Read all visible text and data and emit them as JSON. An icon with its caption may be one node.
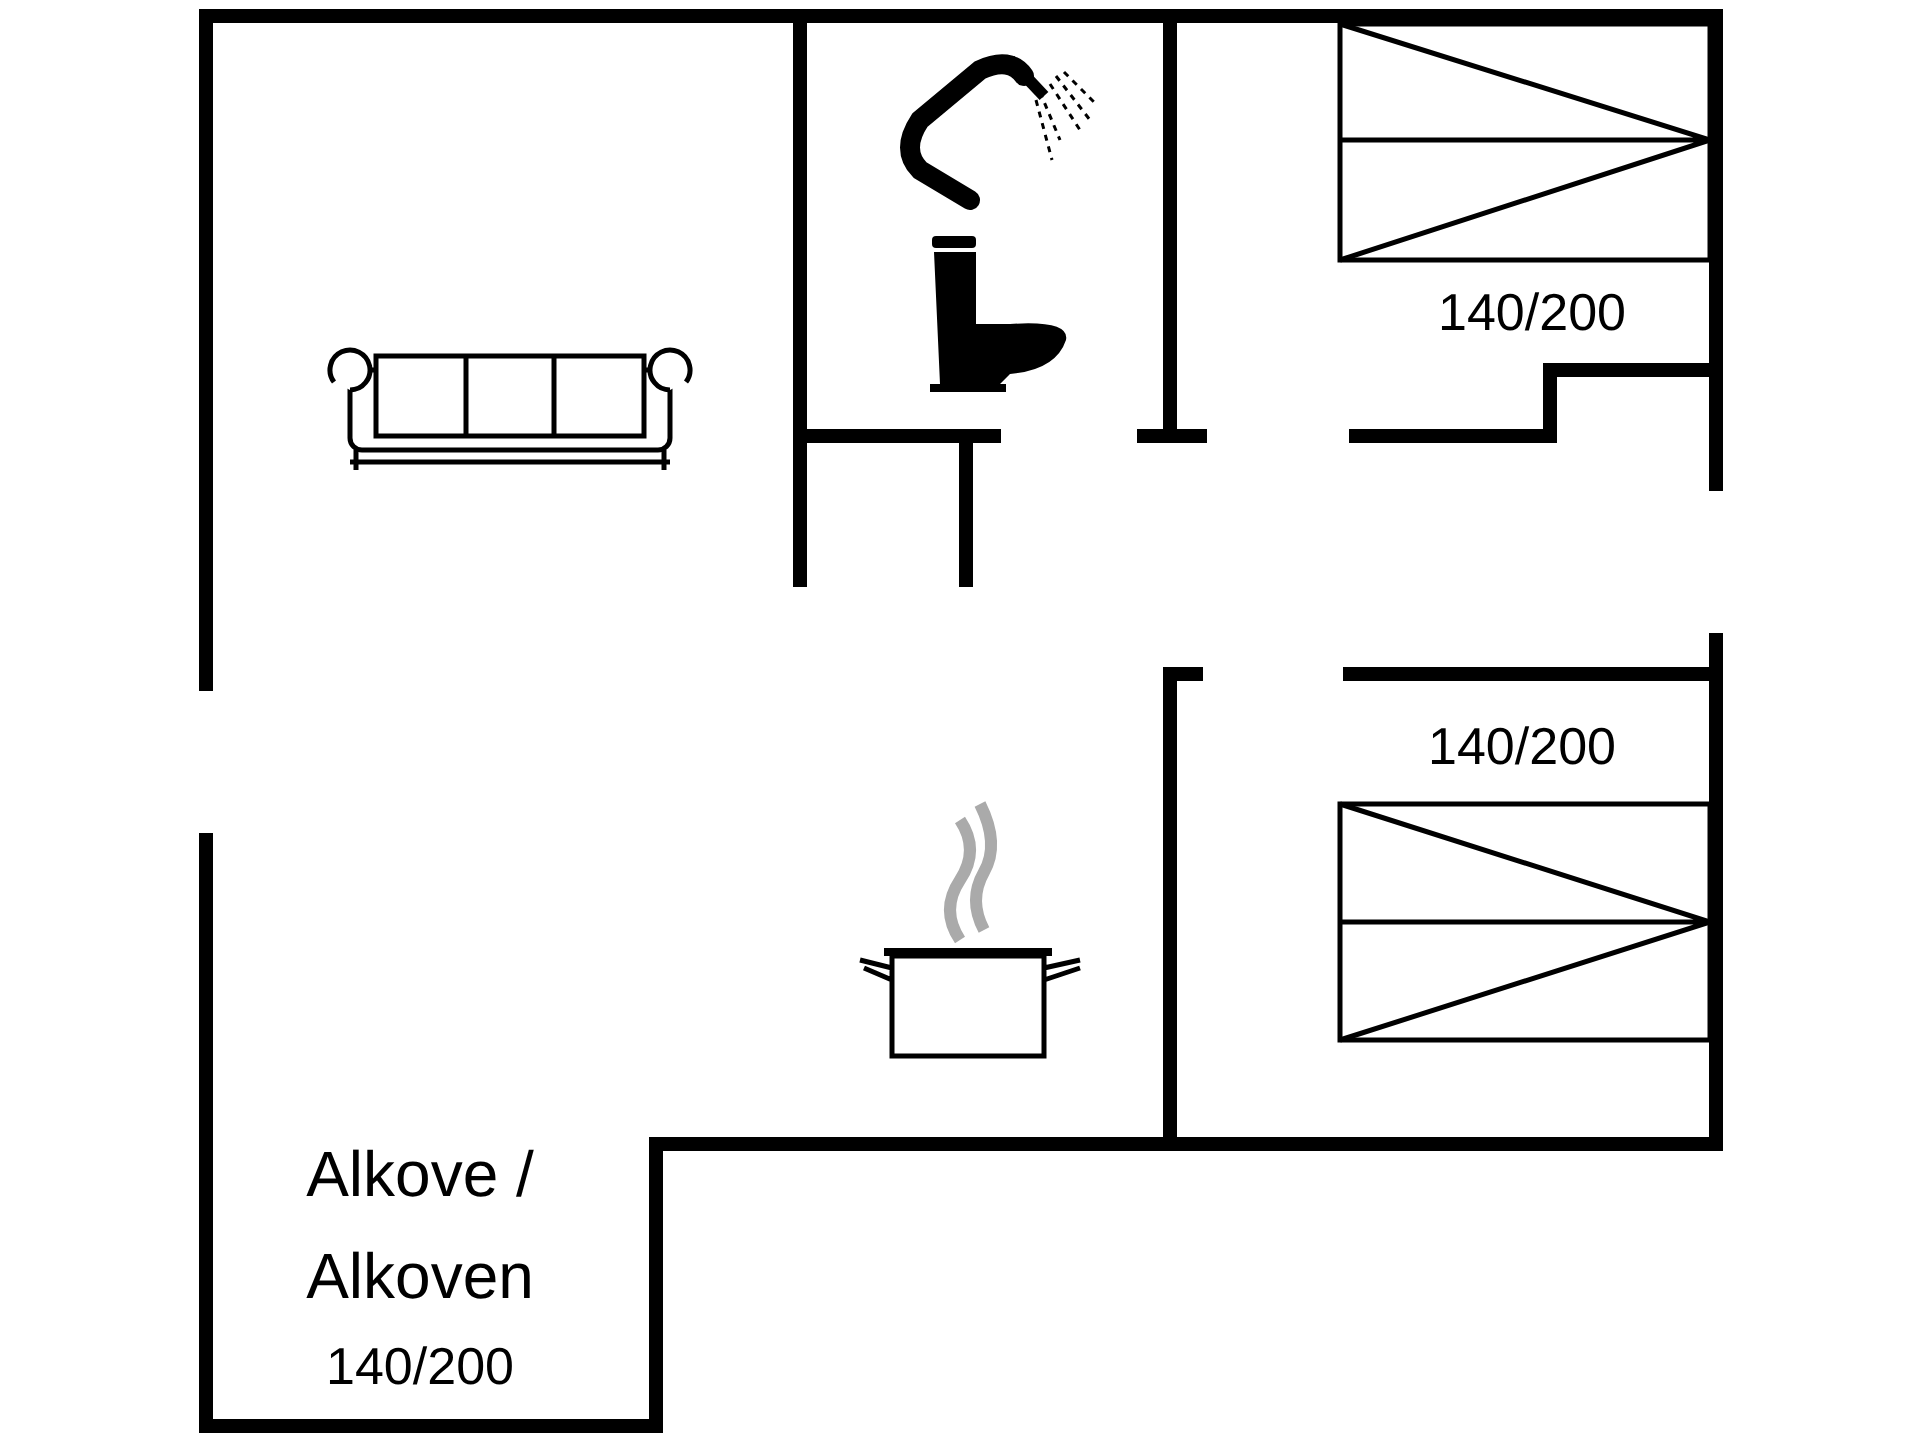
{
  "diagram": {
    "labels": [
      "140/200",
      "140/200",
      "Alkove / Alkoven",
      "140/200"
    ]
  }
}
